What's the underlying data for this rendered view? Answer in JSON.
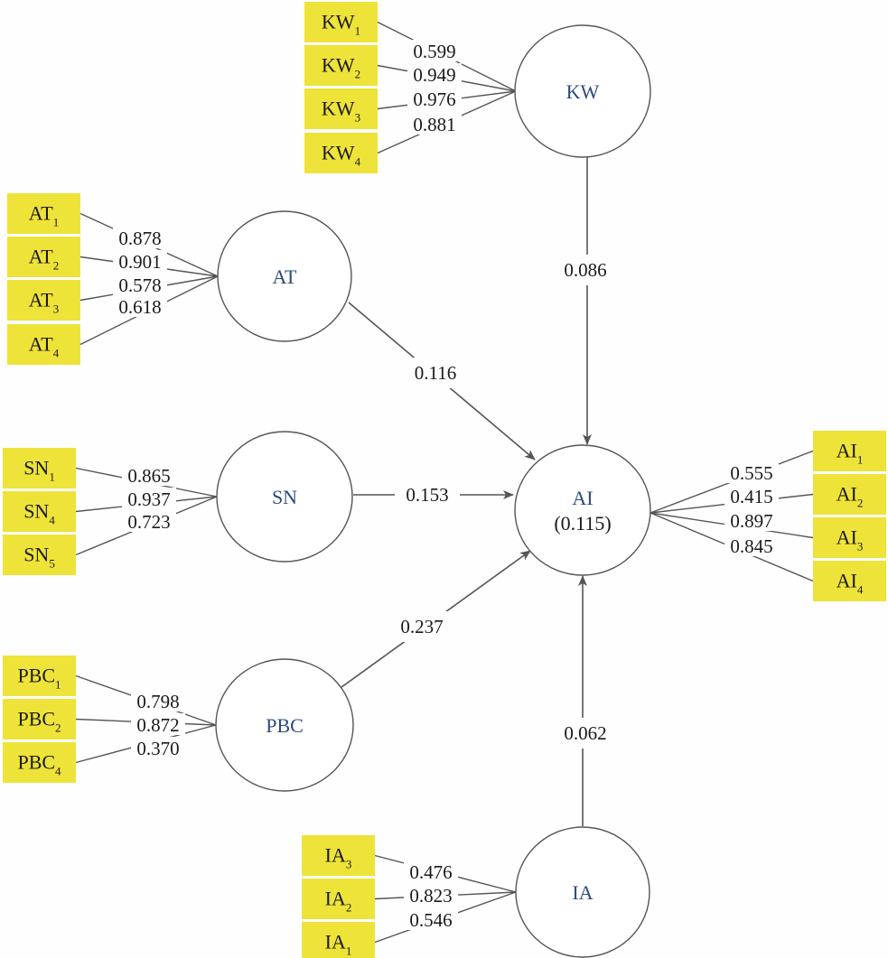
{
  "colors": {
    "indicator_fill": "#EEE339",
    "latent_label": "#2E4A7D",
    "line": "#555555",
    "text": "#1A1A1A"
  },
  "latent_variables": [
    {
      "id": "KW",
      "label": "KW"
    },
    {
      "id": "AT",
      "label": "AT"
    },
    {
      "id": "SN",
      "label": "SN"
    },
    {
      "id": "PBC",
      "label": "PBC"
    },
    {
      "id": "AI",
      "label": "AI",
      "r_squared": "(0.115)"
    },
    {
      "id": "IA",
      "label": "IA"
    }
  ],
  "measurement": {
    "KW": [
      {
        "base": "KW",
        "sub": "1",
        "loading": "0.599"
      },
      {
        "base": "KW",
        "sub": "2",
        "loading": "0.949"
      },
      {
        "base": "KW",
        "sub": "3",
        "loading": "0.976"
      },
      {
        "base": "KW",
        "sub": "4",
        "loading": "0.881"
      }
    ],
    "AT": [
      {
        "base": "AT",
        "sub": "1",
        "loading": "0.878"
      },
      {
        "base": "AT",
        "sub": "2",
        "loading": "0.901"
      },
      {
        "base": "AT",
        "sub": "3",
        "loading": "0.578"
      },
      {
        "base": "AT",
        "sub": "4",
        "loading": "0.618"
      }
    ],
    "SN": [
      {
        "base": "SN",
        "sub": "1",
        "loading": "0.865"
      },
      {
        "base": "SN",
        "sub": "4",
        "loading": "0.937"
      },
      {
        "base": "SN",
        "sub": "5",
        "loading": "0.723"
      }
    ],
    "PBC": [
      {
        "base": "PBC",
        "sub": "1",
        "loading": "0.798"
      },
      {
        "base": "PBC",
        "sub": "2",
        "loading": "0.872"
      },
      {
        "base": "PBC",
        "sub": "4",
        "loading": "0.370"
      }
    ],
    "IA": [
      {
        "base": "IA",
        "sub": "3",
        "loading": "0.476"
      },
      {
        "base": "IA",
        "sub": "2",
        "loading": "0.823"
      },
      {
        "base": "IA",
        "sub": "1",
        "loading": "0.546"
      }
    ],
    "AI": [
      {
        "base": "AI",
        "sub": "1",
        "loading": "0.555"
      },
      {
        "base": "AI",
        "sub": "2",
        "loading": "0.415"
      },
      {
        "base": "AI",
        "sub": "3",
        "loading": "0.897"
      },
      {
        "base": "AI",
        "sub": "4",
        "loading": "0.845"
      }
    ]
  },
  "paths": [
    {
      "from": "KW",
      "to": "AI",
      "coefficient": "0.086"
    },
    {
      "from": "AT",
      "to": "AI",
      "coefficient": "0.116"
    },
    {
      "from": "SN",
      "to": "AI",
      "coefficient": "0.153"
    },
    {
      "from": "PBC",
      "to": "AI",
      "coefficient": "0.237"
    },
    {
      "from": "IA",
      "to": "AI",
      "coefficient": "0.062"
    }
  ]
}
